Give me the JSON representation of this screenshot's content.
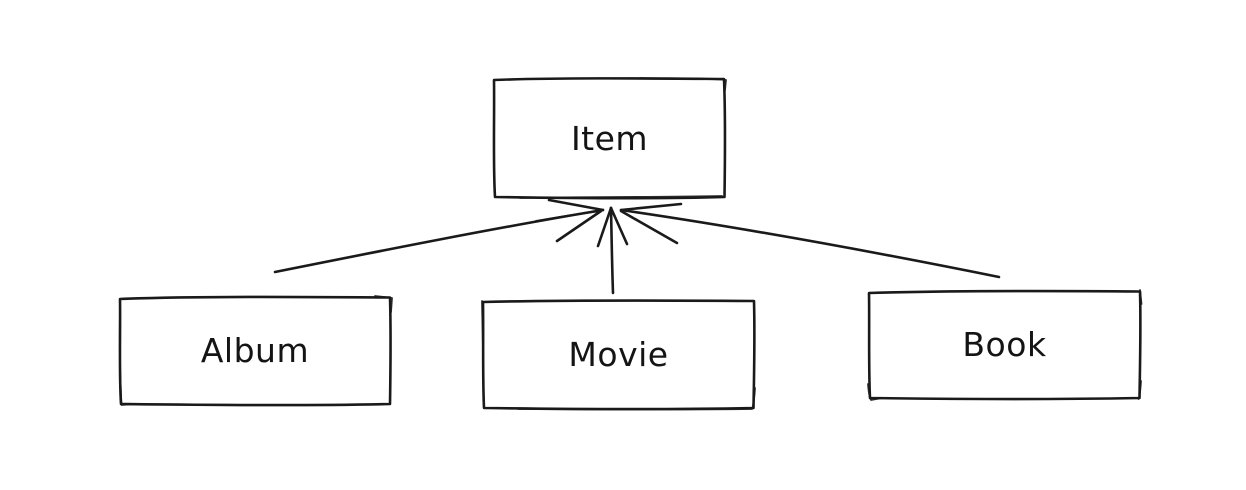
{
  "diagram": {
    "background_color": "#ffffff",
    "stroke_color": "#1a1a1a",
    "nodes": [
      {
        "id": "item",
        "label": "Item"
      },
      {
        "id": "album",
        "label": "Album"
      },
      {
        "id": "movie",
        "label": "Movie"
      },
      {
        "id": "book",
        "label": "Book"
      }
    ],
    "edges": [
      {
        "from": "Album",
        "to": "Item",
        "type": "arrow"
      },
      {
        "from": "Movie",
        "to": "Item",
        "type": "arrow"
      },
      {
        "from": "Book",
        "to": "Item",
        "type": "arrow"
      }
    ]
  }
}
